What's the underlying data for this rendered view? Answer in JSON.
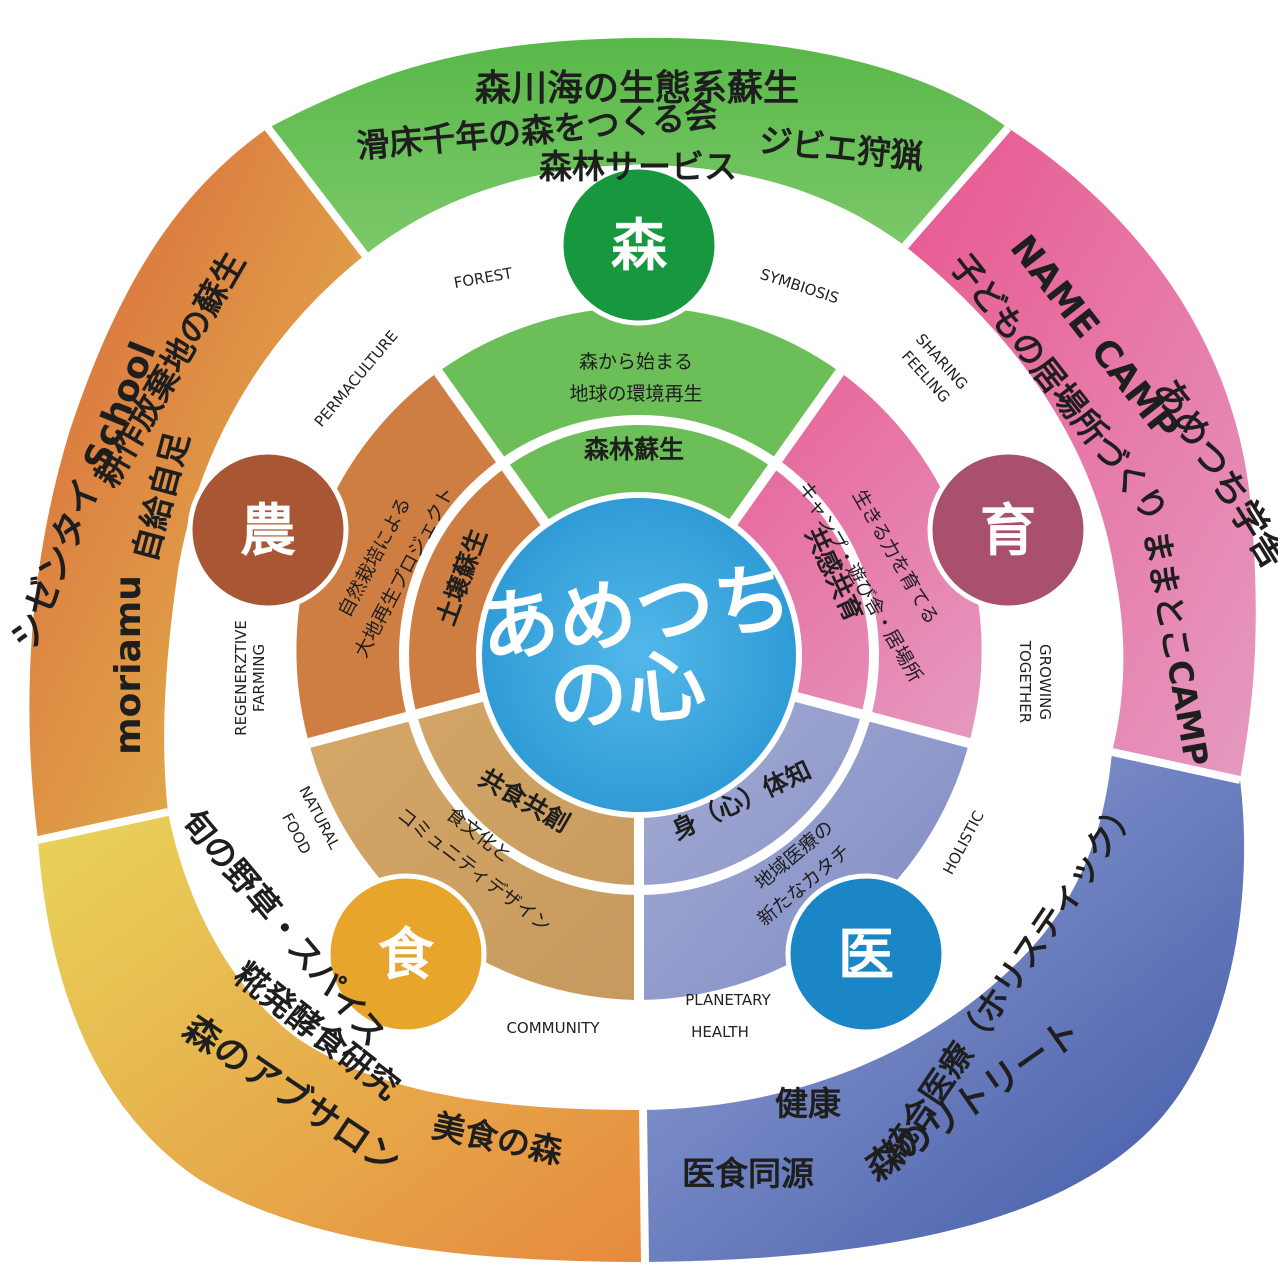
{
  "center": {
    "line1": "あめつち",
    "line2": "の心"
  },
  "colors": {
    "forest": "#5fb84b",
    "forest_badge": "#17973e",
    "grow": "#e46a9e",
    "grow_badge": "#a9506c",
    "med": "#6c7fc0",
    "med_badge": "#1a86c6",
    "food": "#e0b84d",
    "food_badge": "#e8a52c",
    "farm": "#c9723a",
    "farm_badge": "#a85634",
    "center": "#3aa9df"
  },
  "sectors": {
    "forest": {
      "badge": "森",
      "outer": [
        "森川海の生態系蘇生",
        "滑床千年の森をつくる会",
        "ジビエ狩猟",
        "森林サービス"
      ],
      "middle": [
        "森から始まる",
        "地球の環境再生"
      ],
      "inner": "森林蘇生"
    },
    "grow": {
      "badge": "育",
      "outer": [
        "あめつち学舎",
        "NAME CAMP",
        "子どもの居場所づくり",
        "ままとこCAMP"
      ],
      "middle": [
        "生きる力を育てる",
        "キャンプ・遊び舎・居場所"
      ],
      "inner": "共感共育"
    },
    "med": {
      "badge": "医",
      "outer": [
        "統合医療（ホリスティック）",
        "健康",
        "医食同源",
        "森のリトリート"
      ],
      "middle": [
        "地域医療の",
        "新たなカタチ"
      ],
      "inner": "身（心）体知"
    },
    "food": {
      "badge": "食",
      "outer": [
        "旬の野草・スパイス",
        "糀発酵食研究",
        "森のアブサロン",
        "美食の森"
      ],
      "middle": [
        "食文化と",
        "コミュニティデザイン"
      ],
      "inner": "共食共創"
    },
    "farm": {
      "badge": "農",
      "outer": [
        "シゼンタイ School",
        "耕作放棄地の蘇生",
        "自給自足",
        "moriamu"
      ],
      "middle": [
        "自然栽培による",
        "大地再生プロジェクト"
      ],
      "inner": "土壌蘇生"
    }
  },
  "band_labels": {
    "forest": "FOREST",
    "symbiosis": "SYMBIOSIS",
    "sharing": [
      "SHARING",
      "FEELING"
    ],
    "growing": [
      "GROWING",
      "TOGETHER"
    ],
    "holistic": "HOLISTIC",
    "planetary": [
      "PLANETARY",
      "HEALTH"
    ],
    "community": "COMMUNITY",
    "natural": [
      "NATURAL",
      "FOOD"
    ],
    "regen": [
      "REGENERZTIVE",
      "FARMING"
    ],
    "permaculture": "PERMACULTURE"
  }
}
